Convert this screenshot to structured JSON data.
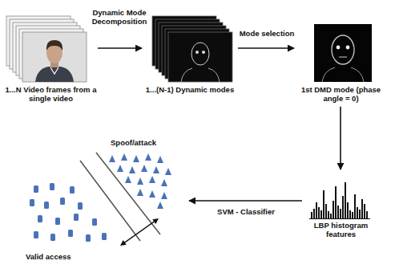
{
  "diagram": {
    "nodes": [
      {
        "text": [
          "1...N Video frames from a single video"
        ]
      },
      {
        "text": [
          "1...(N-1) Dynamic modes"
        ]
      },
      {
        "text": [
          "1st DMD mode (phase angle = 0)"
        ]
      },
      {
        "text": [
          "LBP histogram features"
        ]
      },
      {
        "text": [
          "Spoof/attack",
          "Valid access"
        ]
      }
    ],
    "edges": [
      {
        "from": 0,
        "to": 1,
        "arrow": "to",
        "label": "Dynamic Mode Decomposition"
      },
      {
        "from": 1,
        "to": 2,
        "arrow": "to",
        "label": "Mode selection"
      },
      {
        "from": 2,
        "to": 3,
        "arrow": "to"
      },
      {
        "from": 3,
        "to": 4,
        "arrow": "to",
        "label": "SVM - Classifier"
      }
    ]
  }
}
